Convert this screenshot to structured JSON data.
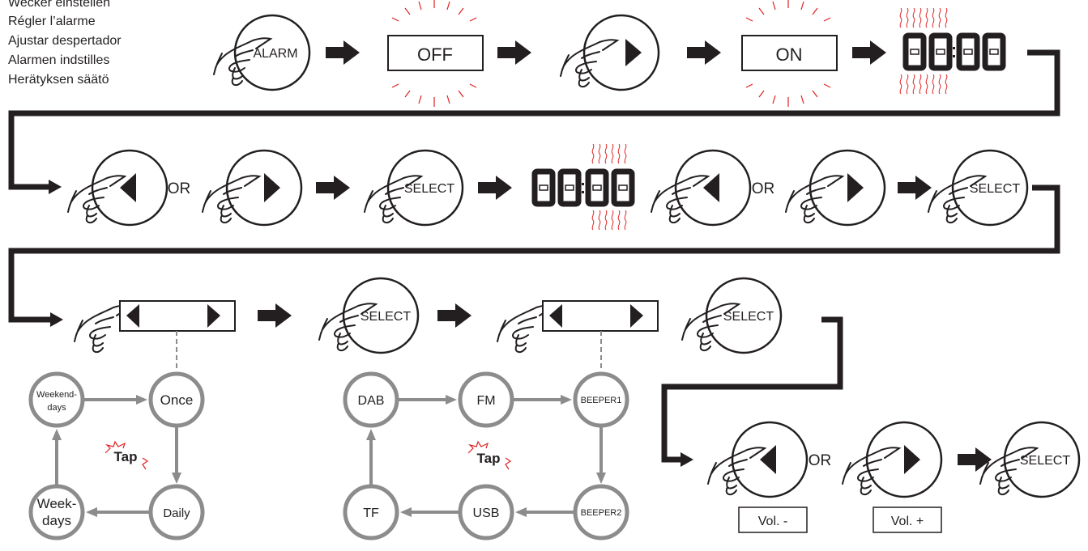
{
  "languages": [
    "Wecker einstellen",
    "Régler l’alarme",
    "Ajustar despertador",
    "Alarmen indstilles",
    "Herätyksen säätö"
  ],
  "buttons": {
    "alarm": "ALARM",
    "select": "SELECT"
  },
  "displays": {
    "off": "OFF",
    "on": "ON"
  },
  "or_label": "OR",
  "tap_label": "Tap",
  "repeat_cycle": {
    "weekend": [
      "Weekend-",
      "days"
    ],
    "once": "Once",
    "daily": "Daily",
    "weekdays": [
      "Week-",
      "days"
    ]
  },
  "source_cycle": {
    "dab": "DAB",
    "fm": "FM",
    "beeper1": "BEEPER1",
    "beeper2": "BEEPER2",
    "usb": "USB",
    "tf": "TF"
  },
  "volume": {
    "minus": "Vol. -",
    "plus": "Vol. +"
  },
  "colors": {
    "ink": "#231f20",
    "flash": "#e02020",
    "node_gray": "#8c8c8c"
  }
}
